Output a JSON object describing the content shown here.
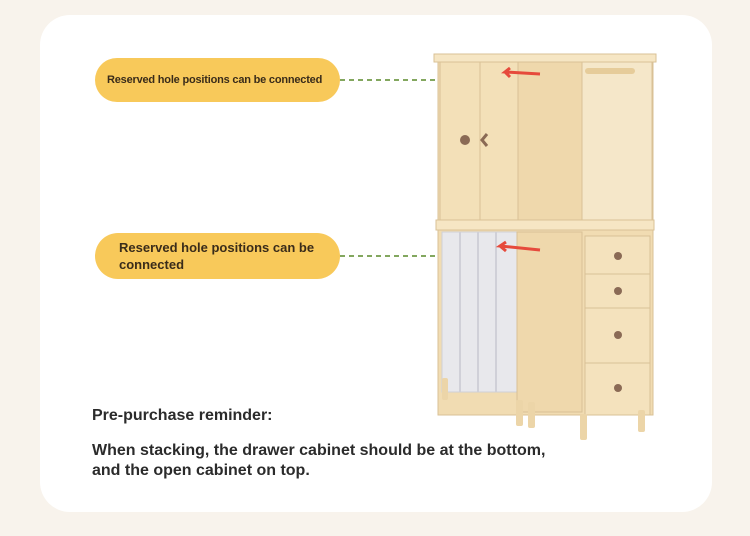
{
  "callouts": [
    {
      "label": "Reserved hole positions can be connected"
    },
    {
      "label": "Reserved hole positions can be connected"
    }
  ],
  "reminder": {
    "title": "Pre-purchase reminder:",
    "body_line1": "When stacking, the drawer cabinet should be at the bottom,",
    "body_line2": "and the open cabinet on top."
  },
  "colors": {
    "page_bg": "#f8f3ec",
    "card_bg": "#ffffff",
    "callout_bg": "#f8c95a",
    "connector": "#5a8a2a",
    "arrow": "#e64a3c",
    "wood": "#f1dcb2",
    "curtain": "#e8e8ec"
  }
}
